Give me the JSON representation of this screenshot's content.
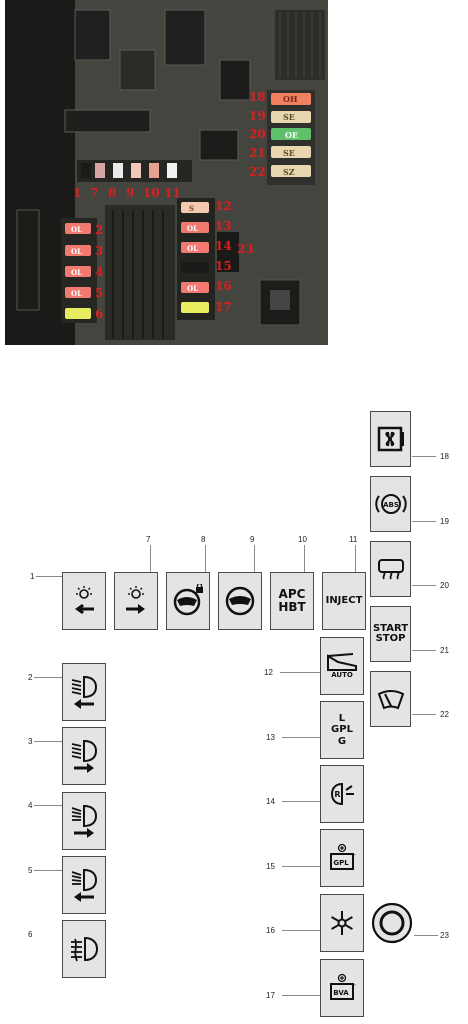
{
  "photo": {
    "labels": {
      "l1": "1",
      "l2": "2",
      "l3": "3",
      "l4": "4",
      "l5": "5",
      "l6": "6",
      "l7": "7",
      "l8": "8",
      "l9": "9",
      "l10": "10",
      "l11": "11",
      "l12": "12",
      "l13": "13",
      "l14": "14",
      "l15": "15",
      "l16": "16",
      "l17": "17",
      "l18": "18",
      "l19": "19",
      "l20": "20",
      "l21": "21",
      "l22": "22",
      "l23": "23"
    },
    "fuse_ratings": {
      "f18": "OH",
      "f19": "SE",
      "f20": "OE",
      "f21": "SE",
      "f22": "SZ",
      "f2": "OL",
      "f3": "OL",
      "f4": "OL",
      "f5": "OL",
      "f12": "S",
      "f13": "OL",
      "f14": "OL",
      "f16": "OL"
    }
  },
  "diagram": {
    "numbers": {
      "n1": "1",
      "n2": "2",
      "n3": "3",
      "n4": "4",
      "n5": "5",
      "n6": "6",
      "n7": "7",
      "n8": "8",
      "n9": "9",
      "n10": "10",
      "n11": "11",
      "n12": "12",
      "n13": "13",
      "n14": "14",
      "n15": "15",
      "n16": "16",
      "n17": "17",
      "n18": "18",
      "n19": "19",
      "n20": "20",
      "n21": "21",
      "n22": "22",
      "n23": "23"
    },
    "box_text": {
      "apc_line1": "APC",
      "apc_line2": "HBT",
      "inject": "INJECT",
      "start_line1": "START",
      "start_line2": "STOP",
      "auto": "AUTO",
      "gpl_line1": "L",
      "gpl_line2": "GPL",
      "gpl_line3": "G",
      "abs": "ABS",
      "gpl_battery": "GPL",
      "bva_battery": "BVA",
      "r_letter": "R"
    }
  }
}
